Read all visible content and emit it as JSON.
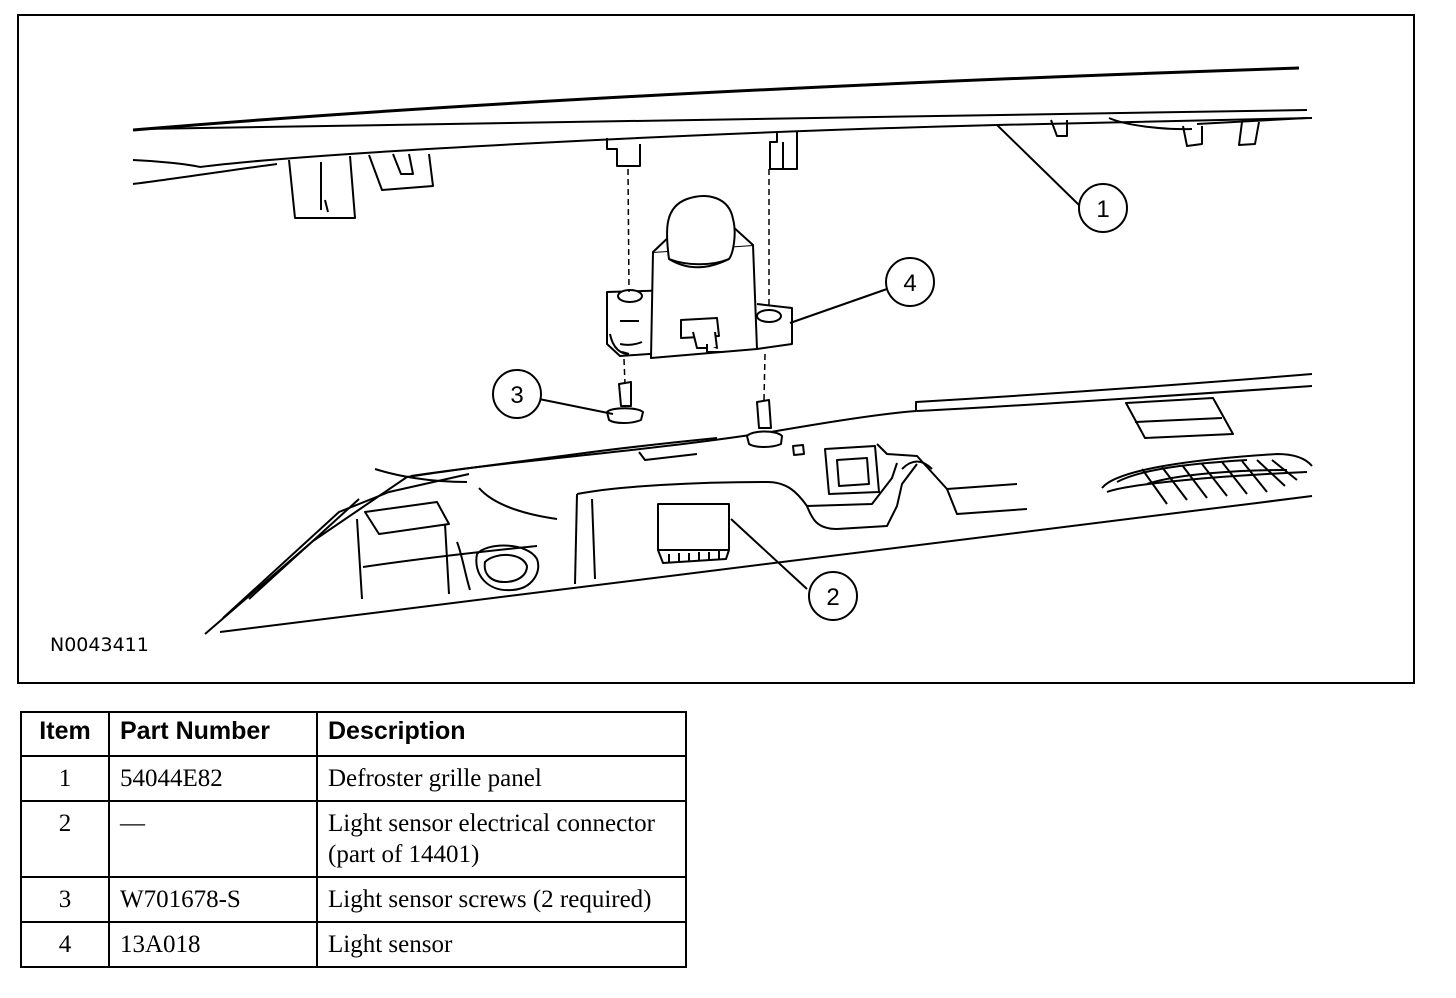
{
  "figure": {
    "id": "N0043411",
    "callouts": [
      "1",
      "2",
      "3",
      "4"
    ]
  },
  "parts_table": {
    "headers": [
      "Item",
      "Part Number",
      "Description"
    ],
    "rows": [
      {
        "item": "1",
        "part_number": "54044E82",
        "description": "Defroster grille panel"
      },
      {
        "item": "2",
        "part_number": "—",
        "description": "Light sensor electrical connector (part of 14401)"
      },
      {
        "item": "3",
        "part_number": "W701678-S",
        "description": "Light sensor screws (2 required)"
      },
      {
        "item": "4",
        "part_number": "13A018",
        "description": "Light sensor"
      }
    ]
  }
}
